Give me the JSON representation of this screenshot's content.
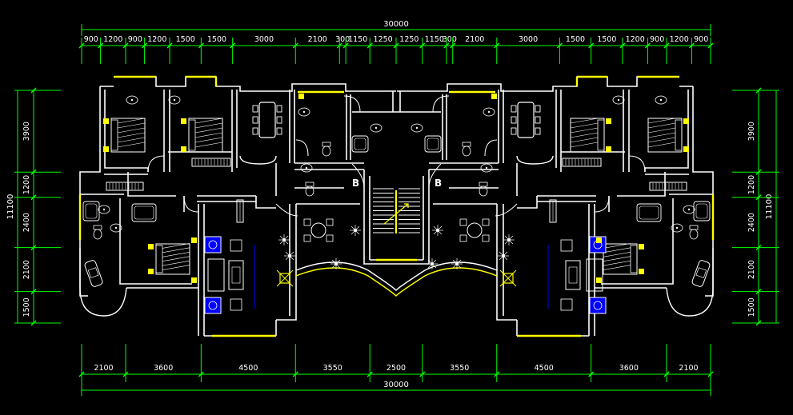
{
  "colors": {
    "background": "#000000",
    "dimension_line": "#00ff00",
    "dimension_text": "#ffffff",
    "wall": "#ffffff",
    "window": "#ffff00",
    "furniture": "#ffffff",
    "highlight": "#ffff00",
    "sofa_fill": "#0000ff",
    "sofa_outline": "#0000cc"
  },
  "top_dimensions": {
    "total": "30000",
    "segments": [
      "900",
      "1200",
      "900",
      "1200",
      "1500",
      "1500",
      "3000",
      "2100",
      "300",
      "1150",
      "1250",
      "1250",
      "1150",
      "300",
      "2100",
      "3000",
      "1500",
      "1500",
      "1200",
      "900",
      "1200",
      "900"
    ]
  },
  "bottom_dimensions": {
    "total": "30000",
    "segments": [
      "2100",
      "3600",
      "4500",
      "3550",
      "2500",
      "3550",
      "4500",
      "3600",
      "2100"
    ]
  },
  "left_dimensions": {
    "total": "11100",
    "segments": [
      "3900",
      "1200",
      "2400",
      "2100",
      "1500"
    ]
  },
  "right_dimensions": {
    "total": "11100",
    "segments": [
      "3900",
      "1200",
      "2400",
      "2100",
      "1500"
    ]
  },
  "stair_labels": [
    "B",
    "B"
  ]
}
